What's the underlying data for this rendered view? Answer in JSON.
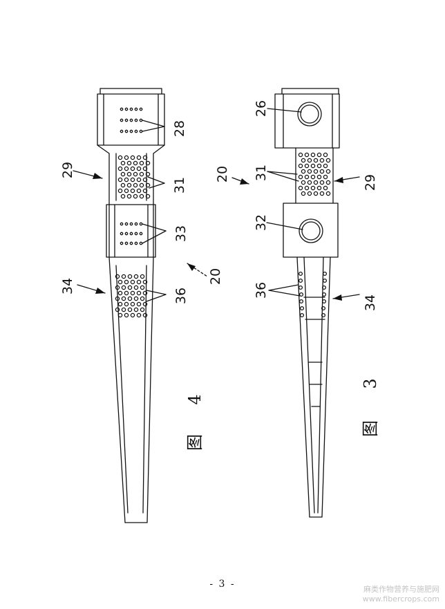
{
  "figure4": {
    "caption_char": "图",
    "caption_num": "4",
    "labels": {
      "r28": "28",
      "r29": "29",
      "r31": "31",
      "r33": "33",
      "r34": "34",
      "r36": "36",
      "r20": "20"
    }
  },
  "figure3": {
    "caption_char": "图",
    "caption_num": "3",
    "labels": {
      "r26": "26",
      "r20": "20",
      "r31": "31",
      "r29": "29",
      "r32": "32",
      "r36": "36",
      "r34": "34"
    }
  },
  "page_number": "- 3 -",
  "watermark": {
    "line1": "麻类作物营养与施肥网",
    "line2": "www.fibercrops.com"
  }
}
